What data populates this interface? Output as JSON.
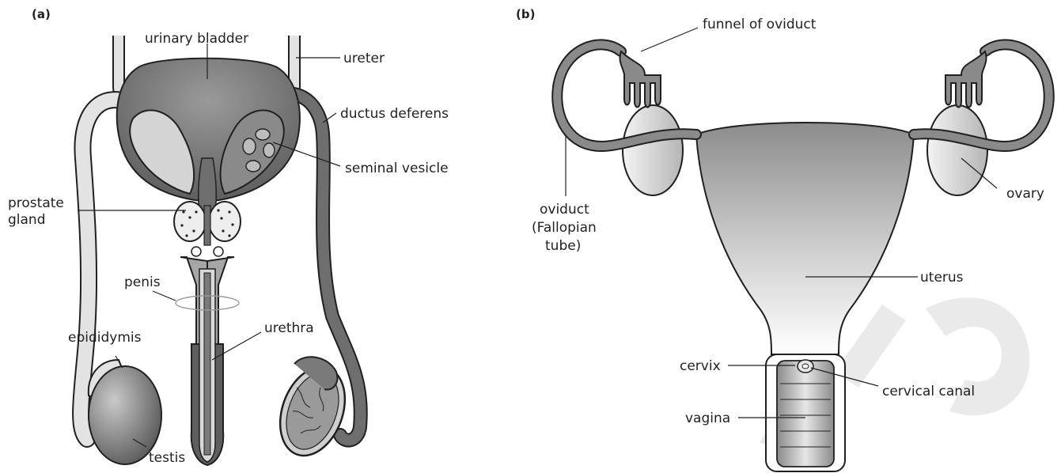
{
  "panel_a": {
    "title": "(a)",
    "labels": {
      "urinary_bladder": "urinary bladder",
      "ureter": "ureter",
      "ductus_deferens": "ductus deferens",
      "seminal_vesicle": "seminal vesicle",
      "prostate_line1": "prostate",
      "prostate_line2": "gland",
      "penis": "penis",
      "urethra": "urethra",
      "epididymis": "epididymis",
      "testis": "testis"
    }
  },
  "panel_b": {
    "title": "(b)",
    "labels": {
      "funnel": "funnel of oviduct",
      "oviduct_line1": "oviduct",
      "oviduct_line2": "(Fallopian",
      "oviduct_line3": "tube)",
      "ovary": "ovary",
      "uterus": "uterus",
      "cervix": "cervix",
      "cervical_canal": "cervical canal",
      "vagina": "vagina"
    }
  }
}
